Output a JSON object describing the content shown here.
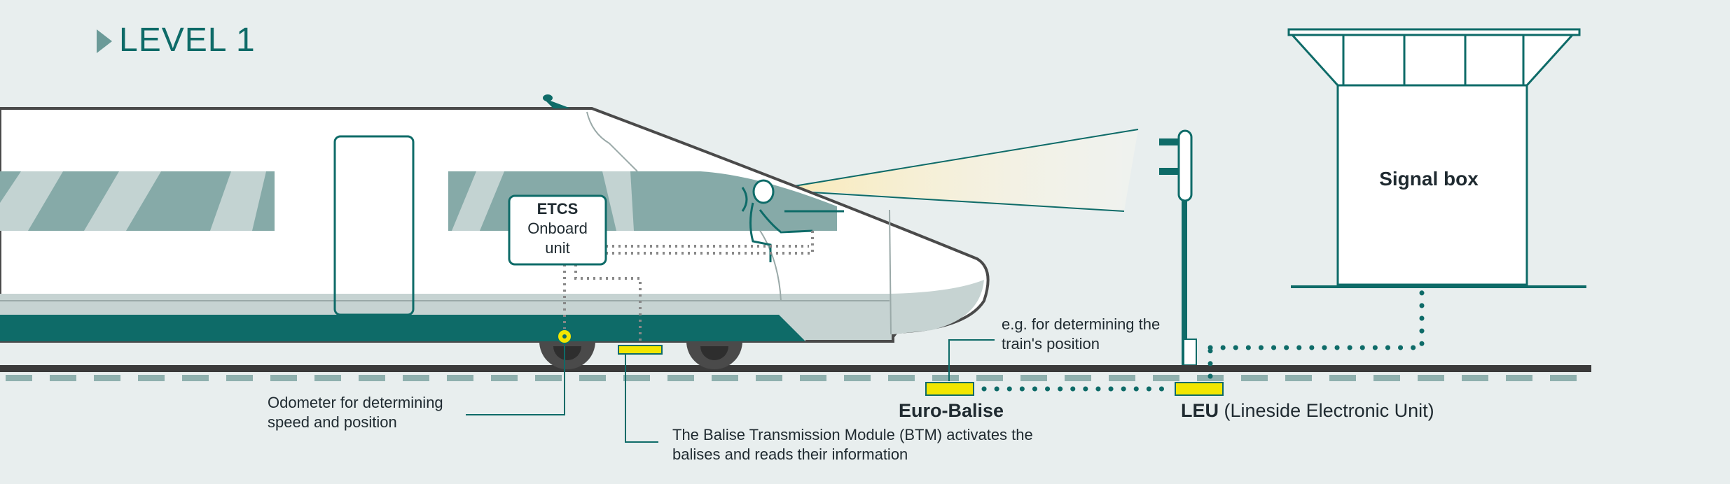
{
  "title": "LEVEL 1",
  "colors": {
    "teal": "#0e6b68",
    "balise_yellow": "#f2e600",
    "background": "#e8eeee",
    "rail": "#3a3a3a"
  },
  "labels": {
    "etcs_line1": "ETCS",
    "etcs_line2": "Onboard",
    "etcs_line3": "unit",
    "signal_box": "Signal box",
    "odometer_line1": "Odometer for determining",
    "odometer_line2": "speed and position",
    "btm_line1": "The Balise Transmission Module (BTM) activates the",
    "btm_line2": "balises and reads their information",
    "balise_note_line1": "e.g. for determining the",
    "balise_note_line2": "train's position",
    "euro_balise": "Euro-Balise",
    "leu_bold": "LEU",
    "leu_rest": "(Lineside Electronic Unit)"
  }
}
